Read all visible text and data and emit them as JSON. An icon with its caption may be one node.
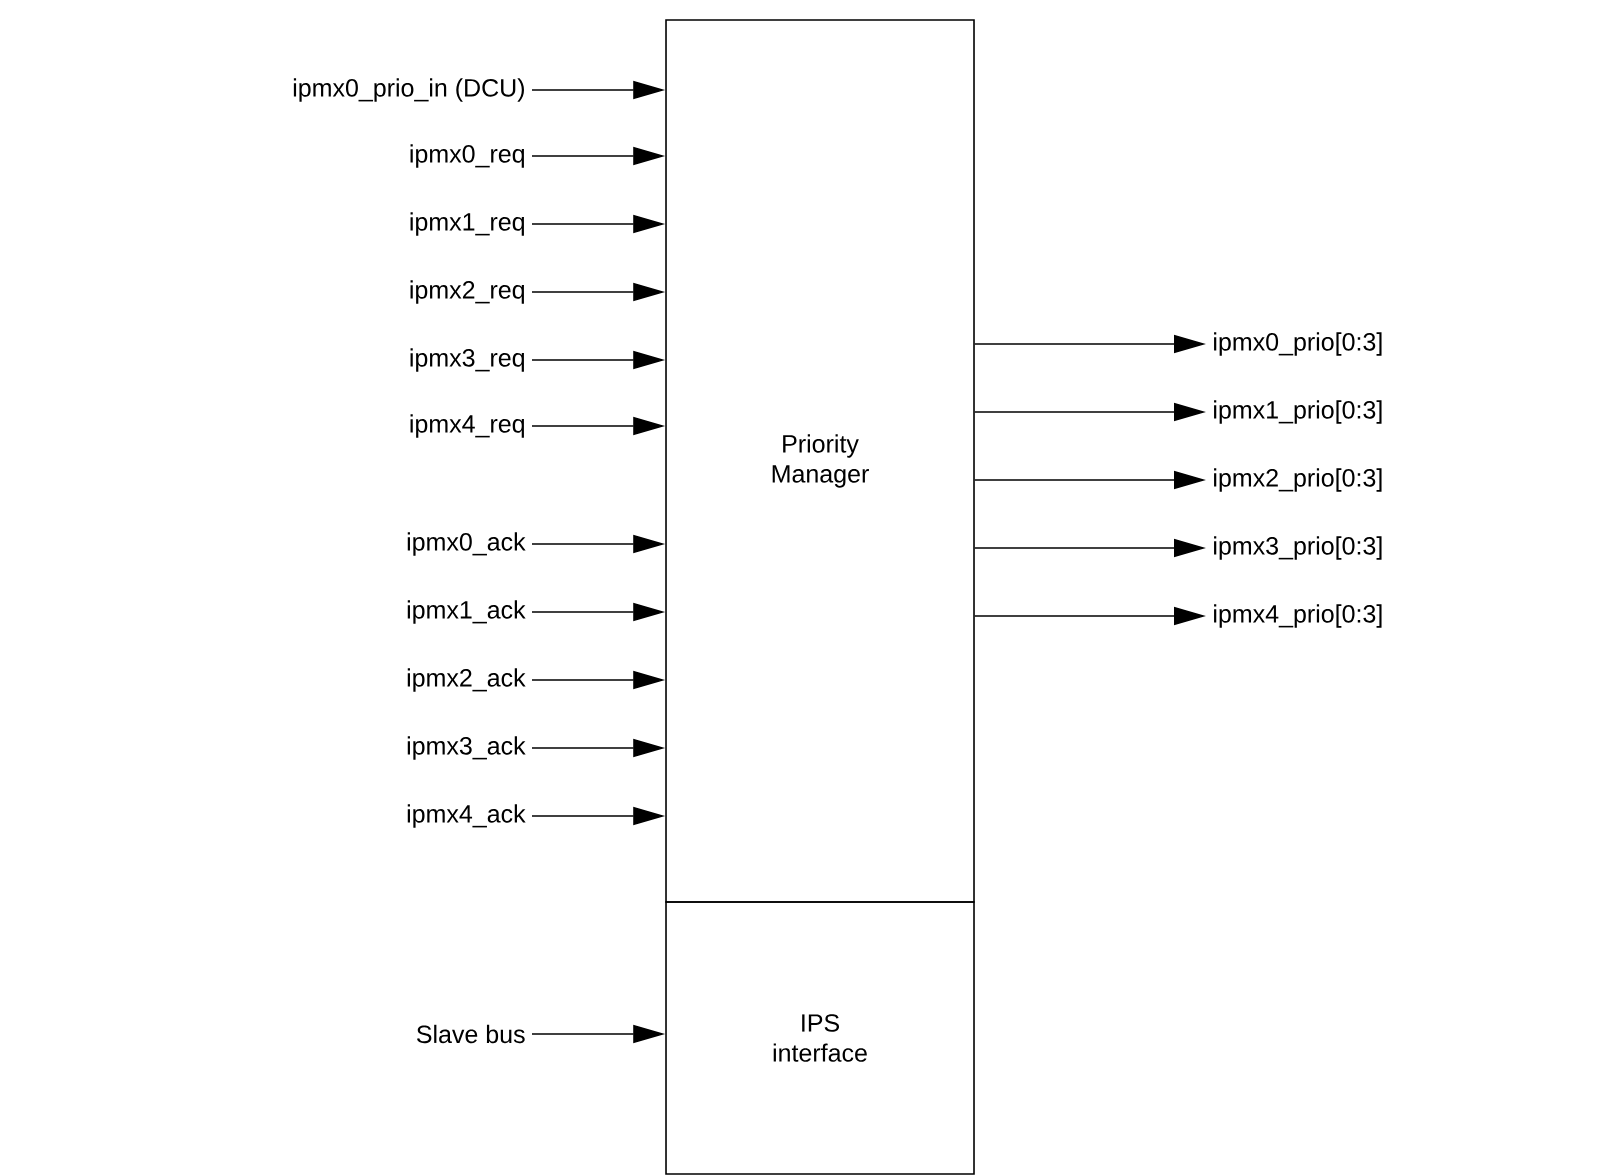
{
  "diagram": {
    "nodes": [
      {
        "text": [
          "Priority Manager"
        ]
      },
      {
        "text": [
          "IPS interface"
        ]
      },
      {
        "text": [
          "ipmx0_prio_in (DCU)"
        ]
      },
      {
        "text": [
          "ipmx0_req"
        ]
      },
      {
        "text": [
          "ipmx1_req"
        ]
      },
      {
        "text": [
          "ipmx2_req"
        ]
      },
      {
        "text": [
          "ipmx3_req"
        ]
      },
      {
        "text": [
          "ipmx4_req"
        ]
      },
      {
        "text": [
          "ipmx0_ack"
        ]
      },
      {
        "text": [
          "ipmx1_ack"
        ]
      },
      {
        "text": [
          "ipmx2_ack"
        ]
      },
      {
        "text": [
          "ipmx3_ack"
        ]
      },
      {
        "text": [
          "ipmx4_ack"
        ]
      },
      {
        "text": [
          "Slave bus"
        ]
      },
      {
        "text": [
          "ipmx0_prio[0:3]"
        ]
      },
      {
        "text": [
          "ipmx1_prio[0:3]"
        ]
      },
      {
        "text": [
          "ipmx2_prio[0:3]"
        ]
      },
      {
        "text": [
          "ipmx3_prio[0:3]"
        ]
      },
      {
        "text": [
          "ipmx4_prio[0:3]"
        ]
      }
    ],
    "edges": [
      {
        "from": 2,
        "to": 0,
        "arrow": "to"
      },
      {
        "from": 3,
        "to": 0,
        "arrow": "to"
      },
      {
        "from": 4,
        "to": 0,
        "arrow": "to"
      },
      {
        "from": 5,
        "to": 0,
        "arrow": "to"
      },
      {
        "from": 6,
        "to": 0,
        "arrow": "to"
      },
      {
        "from": 7,
        "to": 0,
        "arrow": "to"
      },
      {
        "from": 8,
        "to": 0,
        "arrow": "to"
      },
      {
        "from": 9,
        "to": 0,
        "arrow": "to"
      },
      {
        "from": 10,
        "to": 0,
        "arrow": "to"
      },
      {
        "from": 11,
        "to": 0,
        "arrow": "to"
      },
      {
        "from": 12,
        "to": 0,
        "arrow": "to"
      },
      {
        "from": 13,
        "to": 1,
        "arrow": "to"
      },
      {
        "from": 0,
        "to": 14,
        "arrow": "to"
      },
      {
        "from": 0,
        "to": 15,
        "arrow": "to"
      },
      {
        "from": 0,
        "to": 16,
        "arrow": "to"
      },
      {
        "from": 0,
        "to": 17,
        "arrow": "to"
      },
      {
        "from": 0,
        "to": 18,
        "arrow": "to"
      }
    ]
  }
}
